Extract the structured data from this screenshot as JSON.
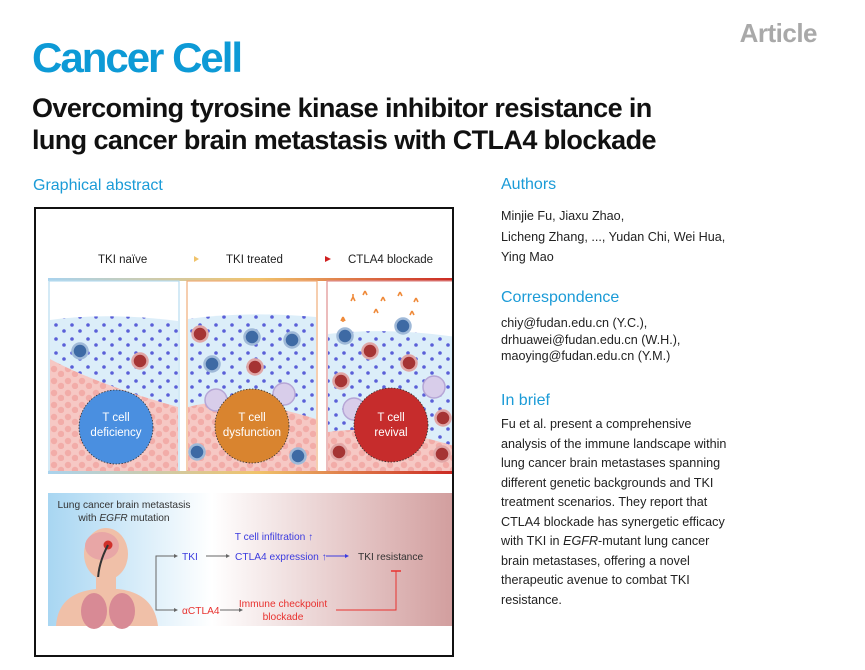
{
  "header": {
    "article_type": "Article",
    "journal": "Cancer Cell",
    "title_line1": "Overcoming tyrosine kinase inhibitor resistance in",
    "title_line2": "lung cancer brain metastasis with CTLA4 blockade"
  },
  "graphical_abstract": {
    "heading": "Graphical abstract",
    "stages": [
      {
        "label": "TKI naïve",
        "circle_line1": "T cell",
        "circle_line2": "deficiency",
        "color": "#4a8fe0"
      },
      {
        "label": "TKI treated",
        "circle_line1": "T cell",
        "circle_line2": "dysfunction",
        "color": "#d9842f"
      },
      {
        "label": "CTLA4 blockade",
        "circle_line1": "T cell",
        "circle_line2": "revival",
        "color": "#c62c2c"
      }
    ],
    "diagram": {
      "patient_label_line1": "Lung cancer brain metastasis",
      "patient_label_line2_prefix": "with ",
      "patient_label_line2_gene": "EGFR",
      "patient_label_line2_suffix": " mutation",
      "tki": "TKI",
      "t_cell_infiltration": "T cell infiltration ↑",
      "ctla4_expression": "CTLA4 expression ↑",
      "tki_resistance": "TKI resistance",
      "actla4": "αCTLA4",
      "icb_line1": "Immune checkpoint",
      "icb_line2": "blockade",
      "blue_text_color": "#3b3bdf",
      "red_text_color": "#e8322f"
    }
  },
  "authors": {
    "heading": "Authors",
    "line1": "Minjie Fu, Jiaxu Zhao,",
    "line2": "Licheng Zhang, ..., Yudan Chi, Wei Hua,",
    "line3": "Ying Mao"
  },
  "correspondence": {
    "heading": "Correspondence",
    "emails": [
      "chiy@fudan.edu.cn (Y.C.),",
      "drhuawei@fudan.edu.cn (W.H.),",
      "maoying@fudan.edu.cn (Y.M.)"
    ]
  },
  "in_brief": {
    "heading": "In brief",
    "lines": [
      "Fu et al. present a comprehensive",
      "analysis of the immune landscape within",
      "lung cancer brain metastases spanning",
      "different genetic backgrounds and TKI",
      "treatment scenarios. They report that",
      "CTLA4 blockade has synergetic efficacy"
    ],
    "line7_prefix": "with TKI in ",
    "line7_gene": "EGFR",
    "line7_suffix": "-mutant lung cancer",
    "lines_after": [
      "brain metastases, offering a novel",
      "therapeutic avenue to combat TKI",
      "resistance."
    ]
  },
  "colors": {
    "journal_blue": "#0d9ad6",
    "section_blue": "#1b9bd7",
    "article_gray": "#a9a9a9"
  }
}
